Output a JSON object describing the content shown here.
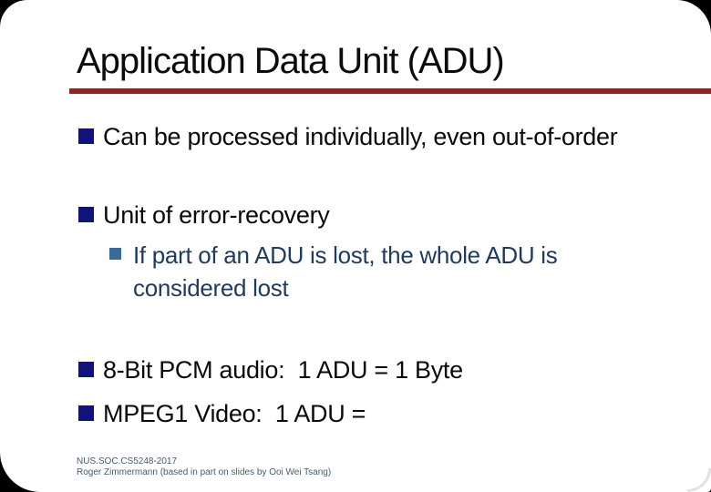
{
  "slide": {
    "title": "Application Data Unit (ADU)",
    "bullets": {
      "b1": "Can be processed individually, even out-of-order",
      "b2": "Unit of error-recovery",
      "sub1": "If part of an ADU is lost, the whole ADU is considered lost",
      "b3": "8-Bit PCM audio:  1 ADU = 1 Byte",
      "b4": "MPEG1 Video:  1 ADU ="
    },
    "footer": {
      "line1": "NUS.SOC.CS5248-2017",
      "line2": "Roger Zimmermann (based in part on slides by Ooi Wei Tsang)"
    },
    "colors": {
      "title_rule": "#8e2626",
      "bullet_square_primary": "#12127c",
      "bullet_square_secondary": "#3a6b96",
      "sub_text": "#1e3a5f",
      "footer_text": "#3f5f6e",
      "background": "#000000",
      "slide_background": "#ffffff"
    }
  }
}
